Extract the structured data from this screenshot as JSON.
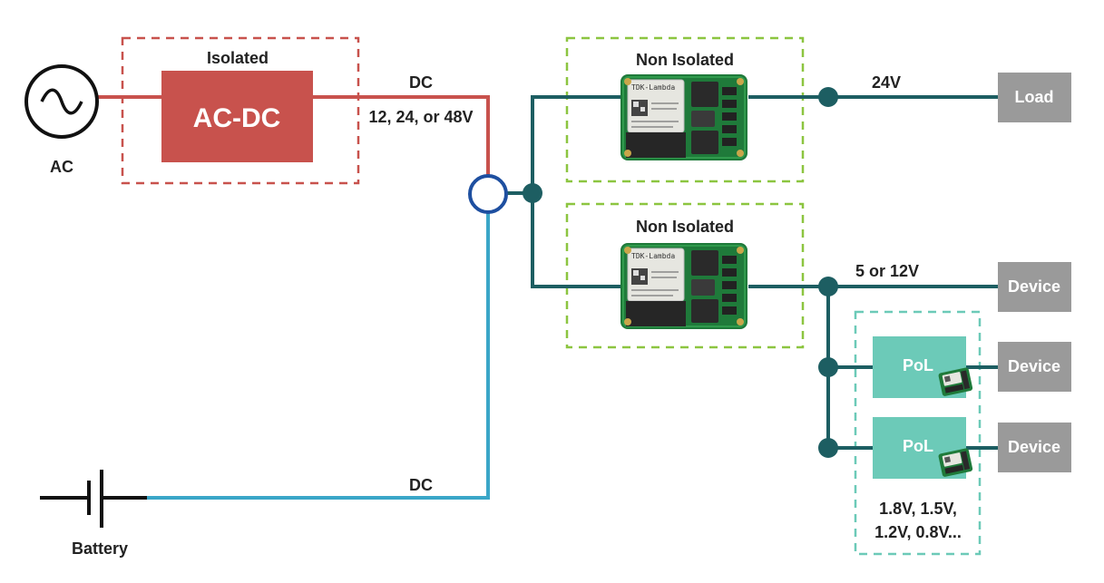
{
  "labels": {
    "ac": "AC",
    "battery": "Battery",
    "isolated": "Isolated",
    "acdc": "AC-DC",
    "dc_top": "DC",
    "dc_voltages": "12, 24, or 48V",
    "dc_bottom": "DC",
    "non_isolated_1": "Non Isolated",
    "non_isolated_2": "Non Isolated",
    "v24": "24V",
    "v5_12": "5 or 12V",
    "load": "Load",
    "device_1": "Device",
    "device_2": "Device",
    "device_3": "Device",
    "pol_1": "PoL",
    "pol_2": "PoL",
    "pol_voltages_1": "1.8V, 1.5V,",
    "pol_voltages_2": "1.2V, 0.8V...",
    "module_brand": "TDK-Lambda"
  },
  "colors": {
    "ac_path": "#c8524d",
    "acdc_fill": "#c8524d",
    "isolated_border": "#c8524d",
    "battery_path": "#3aa6c8",
    "junction_ring": "#1e4fa0",
    "bus": "#1d5e62",
    "non_isolated_border": "#8cc540",
    "pol_border": "#6ccab8",
    "pol_fill": "#6ccab8",
    "output_box": "#9a9a9a",
    "pcb": "#1f7a3a"
  }
}
